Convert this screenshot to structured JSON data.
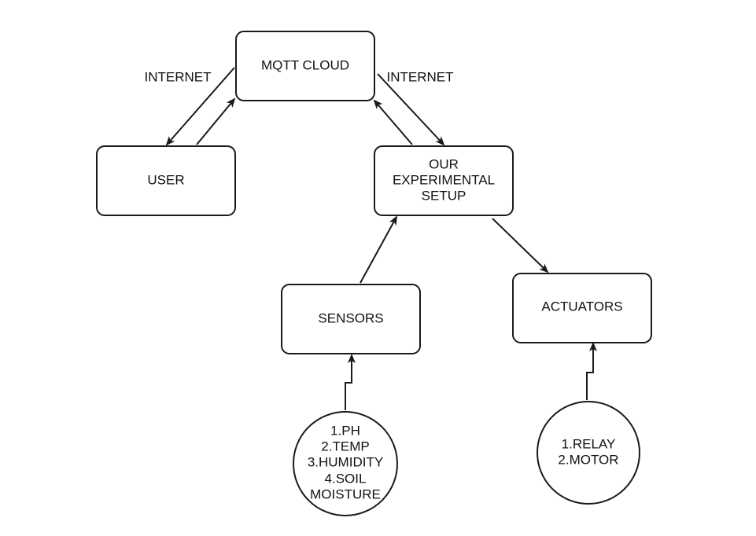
{
  "nodes": {
    "mqtt_cloud": {
      "lines": [
        "MQTT CLOUD"
      ]
    },
    "user": {
      "lines": [
        "USER"
      ]
    },
    "setup": {
      "lines": [
        "OUR",
        "EXPERIMENTAL",
        "SETUP"
      ]
    },
    "sensors": {
      "lines": [
        "SENSORS"
      ]
    },
    "actuators": {
      "lines": [
        "ACTUATORS"
      ]
    },
    "sensor_list": {
      "lines": [
        "1.PH",
        "2.TEMP",
        "3.HUMIDITY",
        "4.SOIL",
        "MOISTURE"
      ]
    },
    "actuator_list": {
      "lines": [
        "1.RELAY",
        "2.MOTOR"
      ]
    }
  },
  "edge_labels": {
    "internet_left": "INTERNET",
    "internet_right": "INTERNET"
  },
  "colors": {
    "stroke": "#1a1a1a",
    "background": "#ffffff"
  }
}
